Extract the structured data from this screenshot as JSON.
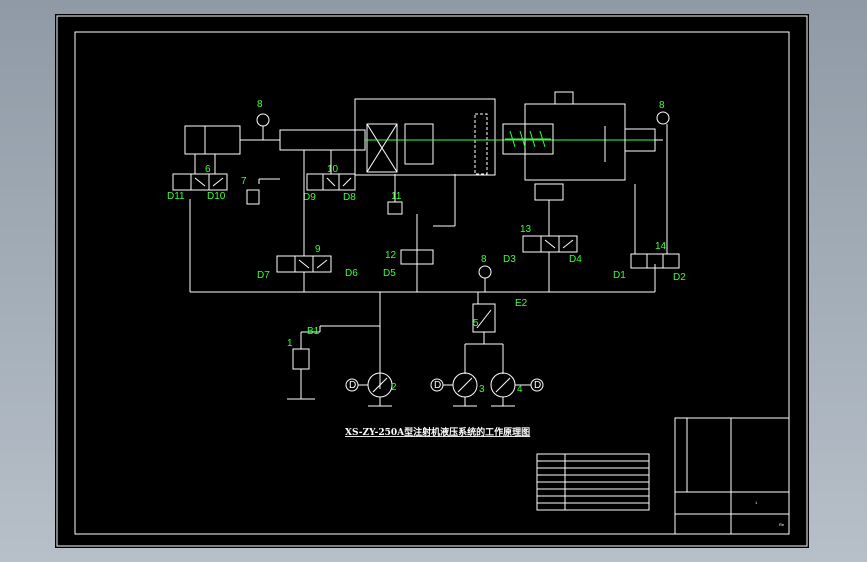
{
  "drawing": {
    "title": "XS-ZY-250A型注射机液压系统的工作原理图",
    "colors": {
      "background": "#000000",
      "outer_backdrop": "#9aa5b0",
      "line": "#ffffff",
      "label": "#3cff3c"
    }
  },
  "labels": {
    "gauge_left": "8",
    "gauge_right": "8",
    "gauge_pump": "8",
    "valve6": "6",
    "valve7": "7",
    "valve9": "9",
    "valve10": "10",
    "valve11": "11",
    "valve12": "12",
    "valve13": "13",
    "valve14": "14",
    "valve1": "1",
    "pump2": "2",
    "pump3": "3",
    "pump4": "4",
    "valve5": "5",
    "d1": "D1",
    "d2": "D2",
    "d3": "D3",
    "d4": "D4",
    "d5": "D5",
    "d6": "D6",
    "d7": "D7",
    "d8": "D8",
    "d9": "D9",
    "d10": "D10",
    "d11": "D11",
    "b1": "B1",
    "e2": "E2",
    "motor_left": "D",
    "motor_mid": "D",
    "motor_right": "D"
  },
  "title_block": {
    "sheet_no": "1",
    "page": "Re"
  }
}
